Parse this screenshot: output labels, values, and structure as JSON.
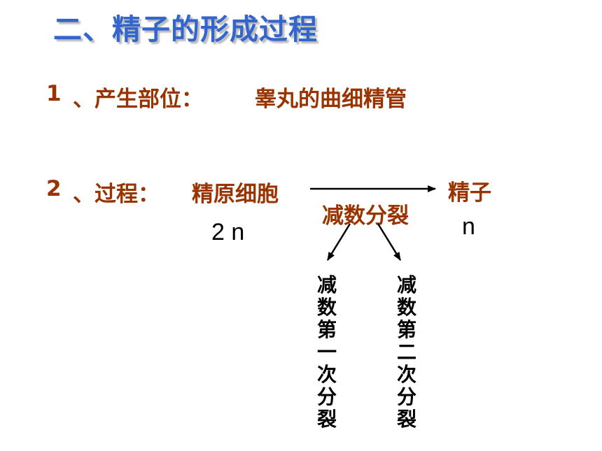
{
  "slide": {
    "title": "二、精子的形成过程",
    "item1": {
      "number": "1",
      "label": "、产生部位：",
      "value": "睾丸的曲细精管"
    },
    "item2": {
      "number": "2",
      "label": "、过程：",
      "start_cell": "精原细胞",
      "end_cell": "精子",
      "arrow_label": "减数分裂",
      "start_ploidy": "2 n",
      "end_ploidy": "n",
      "first_division": "减数第一次分裂",
      "second_division": "减数第二次分裂"
    }
  }
}
